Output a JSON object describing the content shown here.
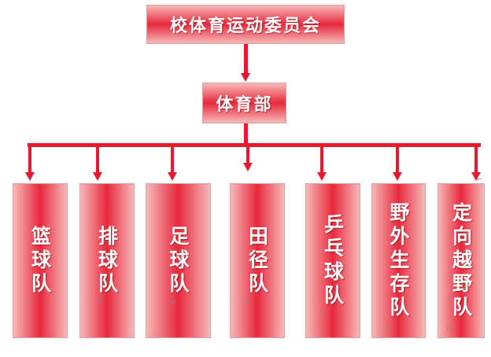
{
  "root": {
    "label": "校体育运动委员会"
  },
  "department": {
    "label": "体育部"
  },
  "teams": [
    {
      "label": "篮球队"
    },
    {
      "label": "排球队"
    },
    {
      "label": "足球队"
    },
    {
      "label": "田径队"
    },
    {
      "label": "乒乓球队"
    },
    {
      "label": "野外生存队"
    },
    {
      "label": "定向越野队"
    }
  ],
  "colors": {
    "accent": "#e8192c",
    "box_center": "#e8283c",
    "box_edge": "#f7b9b9",
    "text": "#ffffff"
  }
}
